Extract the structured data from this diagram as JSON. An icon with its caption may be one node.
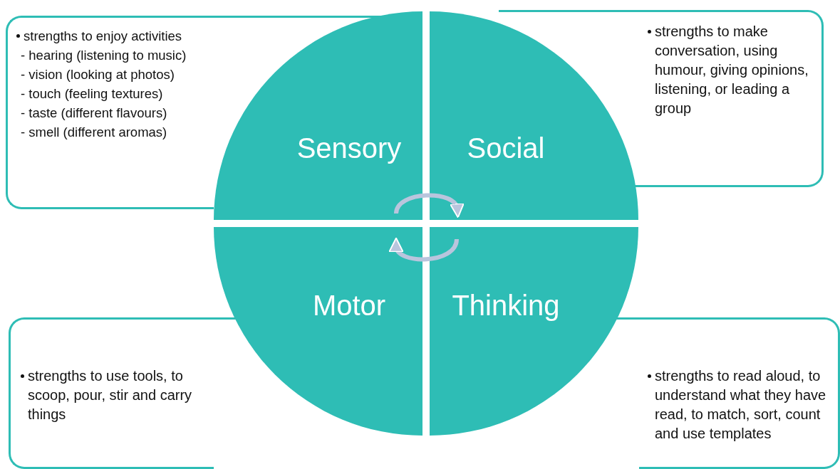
{
  "diagram": {
    "nodes": [
      {
        "text": [
          "strengths to enjoy activities",
          "- hearing (listening to music)",
          "- vision (looking at photos)",
          "- touch (feeling textures)",
          "- taste (different flavours)",
          "- smell (different aromas)"
        ]
      },
      {
        "text": [
          "strengths to make conversation, using humour, giving opinions, listening, or leading a group"
        ]
      },
      {
        "text": [
          "Sensory"
        ]
      },
      {
        "text": [
          "Social"
        ]
      },
      {
        "text": [
          "Motor"
        ]
      },
      {
        "text": [
          "Thinking"
        ]
      },
      {
        "text": [
          "strengths to use tools, to scoop, pour, stir and carry things"
        ]
      },
      {
        "text": [
          "strengths to read aloud, to understand what they have read, to match, sort, count and use templates"
        ]
      }
    ],
    "edges": [
      {
        "from": 2,
        "to": 3,
        "arrow": "to"
      },
      {
        "from": 5,
        "to": 4,
        "arrow": "to"
      }
    ]
  }
}
